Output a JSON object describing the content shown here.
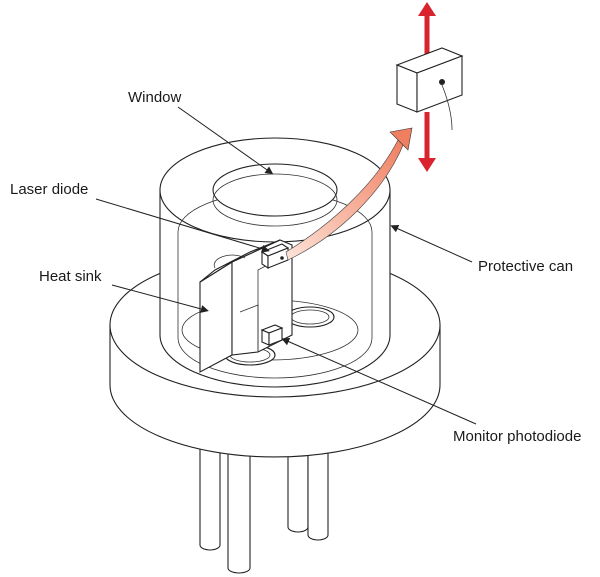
{
  "labels": {
    "window": "Window",
    "laser_diode": "Laser diode",
    "heat_sink": "Heat sink",
    "protective_can": "Protective can",
    "monitor_photodiode": "Monitor photodiode"
  },
  "colors": {
    "beam": "#f08a6e",
    "beam_light": "#fbd3c4",
    "arrow_red": "#d9232e",
    "outline": "#222222"
  }
}
